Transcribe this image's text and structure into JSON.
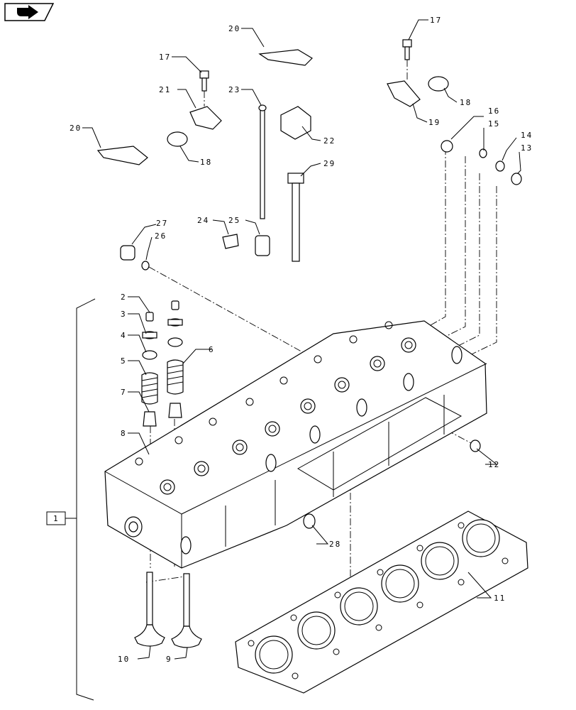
{
  "nav": {
    "icon": "forward-arrow-icon"
  },
  "labels": {
    "p1": "1",
    "p2": "2",
    "p3": "3",
    "p4": "4",
    "p5": "5",
    "p6": "6",
    "p7": "7",
    "p8": "8",
    "p9": "9",
    "p10": "10",
    "p11": "11",
    "p12": "12",
    "p13": "13",
    "p14": "14",
    "p15": "15",
    "p16": "16",
    "p17a": "17",
    "p17b": "17",
    "p18a": "18",
    "p18b": "18",
    "p19": "19",
    "p20a": "20",
    "p20b": "20",
    "p21": "21",
    "p22": "22",
    "p23": "23",
    "p24": "24",
    "p25": "25",
    "p26": "26",
    "p27": "27",
    "p28": "28",
    "p29": "29"
  }
}
